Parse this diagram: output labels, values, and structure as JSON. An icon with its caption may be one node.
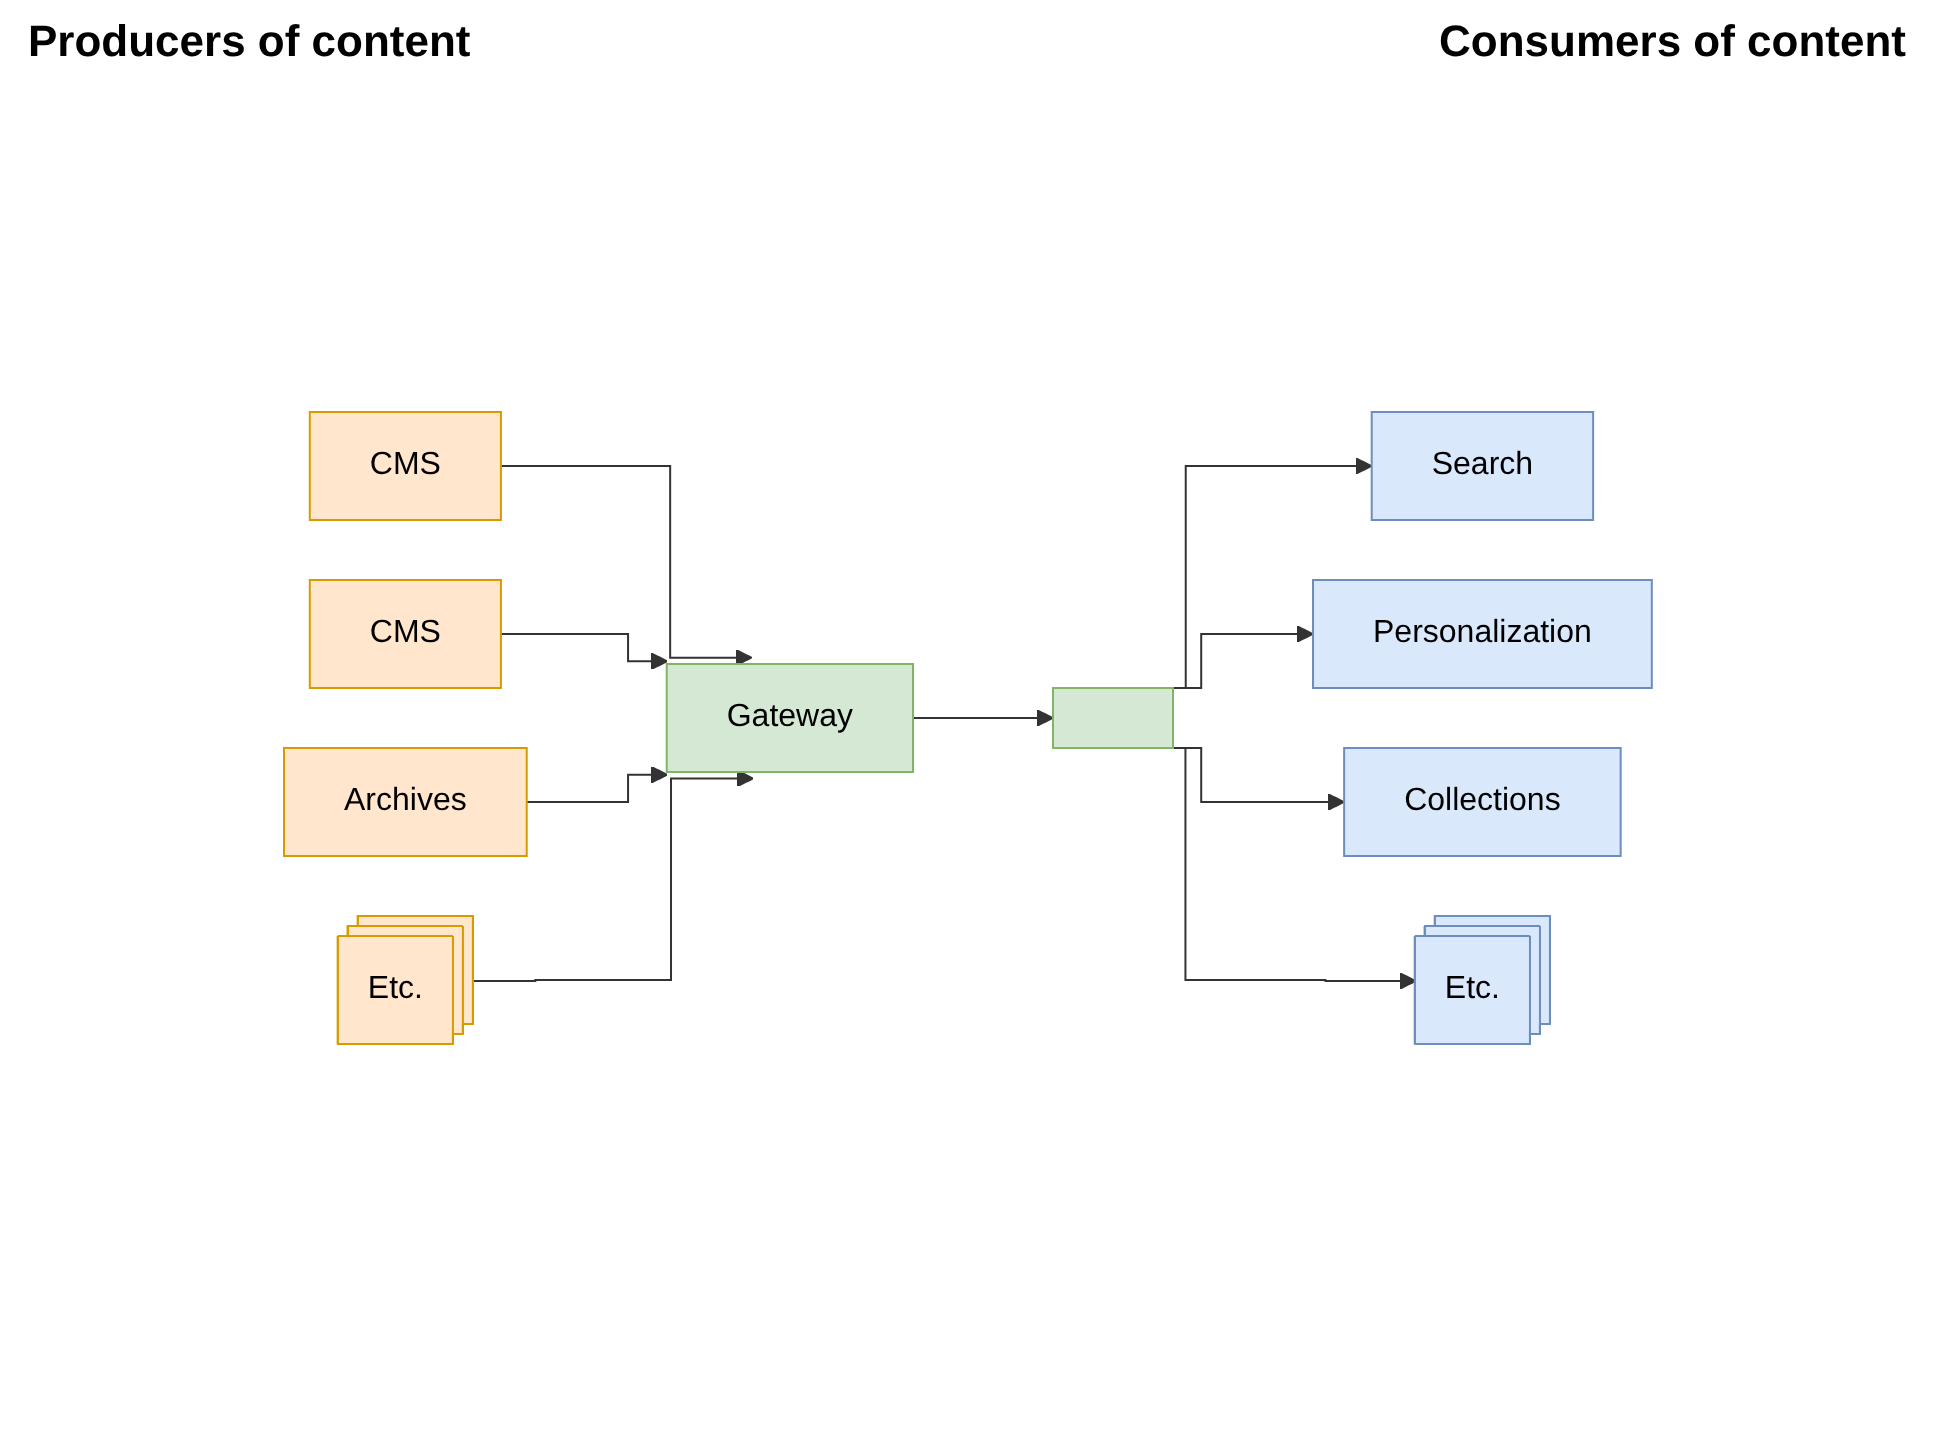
{
  "diagram": {
    "nodes": [
      {
        "text": [
          "CMS"
        ]
      },
      {
        "text": [
          "CMS"
        ]
      },
      {
        "text": [
          "Archives"
        ]
      },
      {
        "text": [
          "Etc."
        ]
      },
      {
        "text": [
          "Gateway"
        ]
      },
      {
        "text": [],
        "shape": "box"
      },
      {
        "text": [
          "Search"
        ]
      },
      {
        "text": [
          "Personalization"
        ]
      },
      {
        "text": [
          "Collections"
        ]
      },
      {
        "text": [
          "Etc."
        ]
      }
    ],
    "edges": [
      {
        "from": 0,
        "to": 4,
        "arrow": "to"
      },
      {
        "from": 1,
        "to": 4,
        "arrow": "to"
      },
      {
        "from": 2,
        "to": 4,
        "arrow": "to"
      },
      {
        "from": 3,
        "to": 4,
        "arrow": "to"
      },
      {
        "from": 4,
        "to": 5,
        "arrow": "to"
      },
      {
        "from": 5,
        "to": 6,
        "arrow": "to"
      },
      {
        "from": 5,
        "to": 7,
        "arrow": "to"
      },
      {
        "from": 5,
        "to": 8,
        "arrow": "to"
      },
      {
        "from": 5,
        "to": 9,
        "arrow": "to"
      }
    ],
    "labels": [
      "Producers of content",
      "Consumers of content"
    ]
  }
}
